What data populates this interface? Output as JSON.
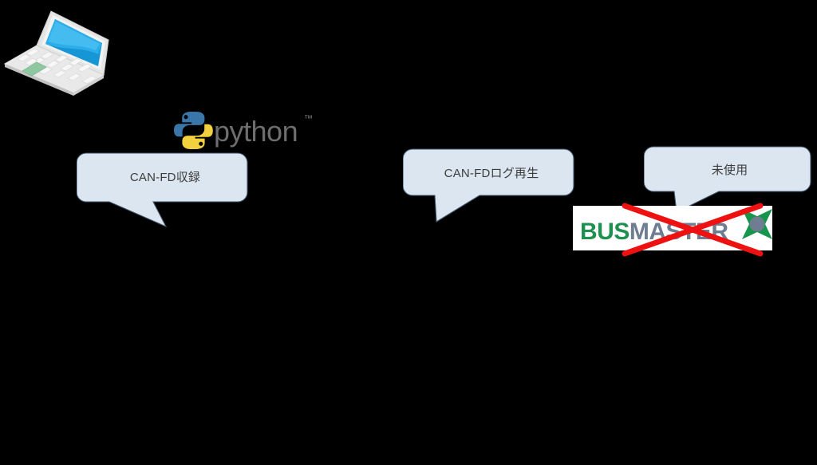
{
  "diagram": {
    "background_color": "#000000",
    "title_present": false
  },
  "devices": [
    {
      "id": "laptop",
      "icon": "laptop-icon",
      "description": "laptop computer",
      "colors": {
        "body": "#e8e8e8",
        "screen": "#1a9fd9",
        "trackpad": "#8fc7a0"
      }
    }
  ],
  "logos": {
    "python": {
      "name": "python-logo",
      "wordmark": "python",
      "trademark": "™",
      "colors": {
        "top_snake": "#3a7ab0",
        "bottom_snake": "#f5d94e",
        "text": "#6e6e6e"
      }
    },
    "busmaster": {
      "name": "busmaster-logo",
      "word_part1": "BUS",
      "word_part2": "MASTER",
      "colors": {
        "part1": "#1f9050",
        "part2": "#6f7d92",
        "mark_green": "#16964a",
        "mark_circle": "#6f7d92",
        "plate": "#ffffff"
      },
      "crossed_out": true,
      "cross_color": "#ee1111"
    }
  },
  "callouts": [
    {
      "id": "can-fd-record",
      "label": "CAN-FD収録",
      "fill": "#dce6f1",
      "border": "#41576b",
      "tail_direction": "down-right"
    },
    {
      "id": "can-fd-replay",
      "label": "CAN-FDログ再生",
      "fill": "#dce6f1",
      "border": "#41576b",
      "tail_direction": "down-left"
    },
    {
      "id": "unused",
      "label": "未使用",
      "fill": "#dce6f1",
      "border": "#41576b",
      "tail_direction": "down-left"
    }
  ]
}
